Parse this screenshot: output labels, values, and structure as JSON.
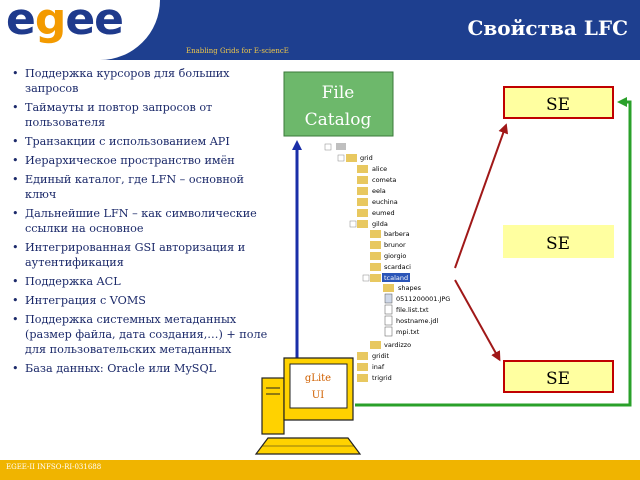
{
  "header": {
    "logo": "egee",
    "tagline": "Enabling Grids for E-sciencE",
    "title": "Свойства LFC"
  },
  "bullets": [
    "Поддержка курсоров для больших запросов",
    "Таймауты и повтор запросов от пользователя",
    "Транзакции с использованием API",
    "Иерархическое пространство имён",
    "Единый каталог, где LFN – основной ключ",
    "Дальнейшие LFN – как символические ссылки на основное",
    "Интегрированная GSI авторизация и аутентификация",
    "Поддержка ACL",
    "Интеграция с VOMS",
    "Поддержка системных метаданных (размер файла, дата создания,…) + поле для пользовательских метаданных",
    "База данных: Oracle или MySQL"
  ],
  "diagram": {
    "file_catalog": [
      "File",
      "Catalog"
    ],
    "se_labels": [
      "SE",
      "SE",
      "SE"
    ],
    "ui_label": [
      "gLite",
      "UI"
    ],
    "tree": {
      "grid": "grid",
      "alice": "alice",
      "cometa": "cometa",
      "eela": "eela",
      "euchina": "euchina",
      "eumed": "eumed",
      "gilda": "gilda",
      "barbera": "barbera",
      "brunor": "brunor",
      "giorgio": "giorgio",
      "scardaci": "scardaci",
      "tcaland": "tcaland",
      "shapes": "shapes",
      "file1": "0511200001.JPG",
      "file2": "file.list.txt",
      "file3": "hostname.jdl",
      "file4": "mpi.txt",
      "vardizzo": "vardizzo",
      "gridit": "gridit",
      "inaf": "inaf",
      "trigrid": "trigrid"
    },
    "colors": {
      "file_catalog_bg": "#6db86b",
      "se_bg": "#ffffa0",
      "se_border": "#c00000",
      "blue_arrow": "#1a2ea8",
      "red_arrow": "#a01818",
      "green_arrow": "#2aa02a",
      "computer": "#ffd200"
    }
  },
  "footer": {
    "text": "EGEE-II INFSO-RI-031688"
  }
}
